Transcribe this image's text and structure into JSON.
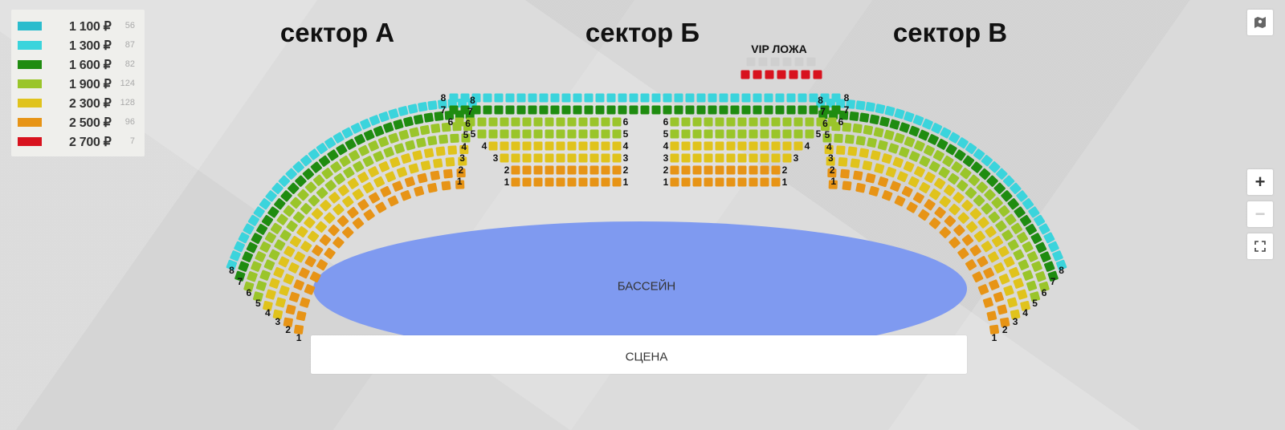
{
  "legend": [
    {
      "price": "1 100 ₽",
      "count": "56",
      "color": "#2bbccd"
    },
    {
      "price": "1 300 ₽",
      "count": "87",
      "color": "#3bd4dc"
    },
    {
      "price": "1 600 ₽",
      "count": "82",
      "color": "#1f8c10"
    },
    {
      "price": "1 900 ₽",
      "count": "124",
      "color": "#9ac52a"
    },
    {
      "price": "2 300 ₽",
      "count": "128",
      "color": "#e0c31c"
    },
    {
      "price": "2 500 ₽",
      "count": "96",
      "color": "#e79416"
    },
    {
      "price": "2 700 ₽",
      "count": "7",
      "color": "#d8121e"
    }
  ],
  "sectors": {
    "a": "сектор А",
    "b": "сектор Б",
    "c": "сектор В"
  },
  "vip": {
    "title": "VIP ЛОЖА",
    "disabled_color": "#cfcfcf"
  },
  "rows": [
    "1",
    "2",
    "3",
    "4",
    "5",
    "6",
    "7",
    "8"
  ],
  "pool_label": "БАССЕЙН",
  "stage_label": "СЦЕНА",
  "controls": {
    "map_icon": "map-marker-icon",
    "zoom_in": "+",
    "zoom_out": "−",
    "fullscreen_icon": "fullscreen-icon"
  }
}
